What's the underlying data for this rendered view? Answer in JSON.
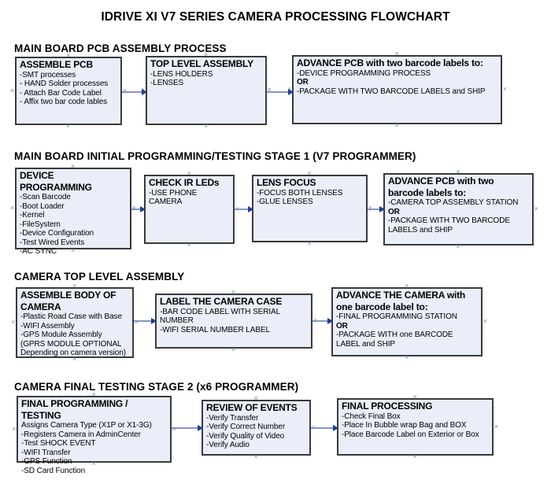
{
  "title": "IDRIVE XI V7 SERIES CAMERA PROCESSING FLOWCHART",
  "colors": {
    "background": "#ffffff",
    "box_fill": "#e9eef8",
    "box_border": "#3a3a3a",
    "connector_line": "#8795c2",
    "arrow_head": "#203f8f",
    "connection_mark": "#7f8db0",
    "text": "#000000"
  },
  "sections": [
    {
      "heading": "MAIN BOARD PCB ASSEMBLY PROCESS",
      "boxes": [
        {
          "title": "ASSEMBLE PCB",
          "items": [
            "-SMT processes",
            "- HAND Solder processes",
            "- Attach Bar Code Label",
            "- Affix two bar code lables"
          ]
        },
        {
          "title": "TOP LEVEL ASSEMBLY",
          "items": [
            "-LENS HOLDERS",
            "-LENSES"
          ]
        },
        {
          "title": "ADVANCE PCB with two barcode labels to:",
          "items": [
            "-DEVICE PROGRAMMING PROCESS",
            "OR",
            "-PACKAGE WITH TWO BARCODE LABELS and SHIP"
          ]
        }
      ]
    },
    {
      "heading": "MAIN BOARD INITIAL PROGRAMMING/TESTING STAGE 1 (V7 PROGRAMMER)",
      "boxes": [
        {
          "title": "DEVICE PROGRAMMING",
          "items": [
            "-Scan Barcode",
            "-Boot Loader",
            "-Kernel",
            "-FileSystem",
            "-Device Configuration",
            "-Test Wired Events",
            "-AC SYNC"
          ]
        },
        {
          "title": "CHECK IR LEDs",
          "items": [
            "-USE PHONE CAMERA"
          ]
        },
        {
          "title": "LENS FOCUS",
          "items": [
            "-FOCUS BOTH LENSES",
            "-GLUE LENSES"
          ]
        },
        {
          "title": "ADVANCE PCB with two barcode labels to:",
          "items": [
            "-CAMERA TOP ASSEMBLY STATION",
            "OR",
            "-PACKAGE WITH TWO BARCODE LABELS and SHIP"
          ]
        }
      ]
    },
    {
      "heading": "CAMERA TOP LEVEL ASSEMBLY",
      "boxes": [
        {
          "title": "ASSEMBLE BODY OF CAMERA",
          "items": [
            "-Plastic Road Case with Base",
            "-WIFI Assembly",
            "-GPS Module Assembly",
            "(GPRS MODULE OPTIONAL",
            "Depending on camera version)"
          ]
        },
        {
          "title": "LABEL THE CAMERA CASE",
          "items": [
            "-BAR CODE LABEL WITH SERIAL NUMBER",
            "-WIFI SERIAL NUMBER LABEL"
          ]
        },
        {
          "title": "ADVANCE THE CAMERA with one barcode label to:",
          "items": [
            "-FINAL PROGRAMMING STATION",
            "OR",
            "-PACKAGE WITH one BARCODE LABEL and SHIP"
          ]
        }
      ]
    },
    {
      "heading": "CAMERA FINAL TESTING STAGE 2 (x6 PROGRAMMER)",
      "boxes": [
        {
          "title": "FINAL PROGRAMMING / TESTING",
          "items": [
            "Assigns Camera Type (X1P or X1-3G)",
            "-Registers Camera in AdminCenter",
            "-Test SHOCK EVENT",
            "-WIFI Transfer",
            "-GPS Function",
            "-SD Card Function"
          ]
        },
        {
          "title": "REVIEW OF EVENTS",
          "items": [
            "-Verify Transfer",
            "-Verify Correct Number",
            "-Verify Quality of Video",
            "-Verify Audio"
          ]
        },
        {
          "title": "FINAL PROCESSING",
          "items": [
            "-Check Final Box",
            "-Place In Bubble wrap Bag and BOX",
            "-Place Barcode Label on Exterior or Box"
          ]
        }
      ]
    }
  ]
}
